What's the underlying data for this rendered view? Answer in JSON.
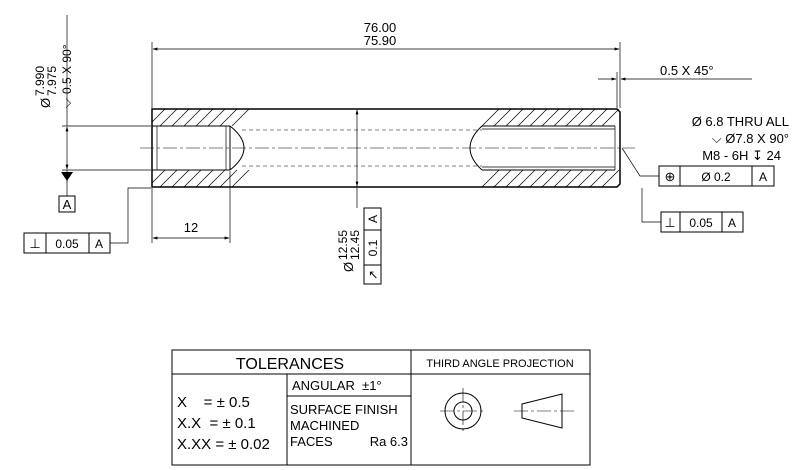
{
  "dimensions": {
    "overall_length_upper": "76.00",
    "overall_length_lower": "75.90",
    "right_chamfer": "0.5 X 45°",
    "left_bore_diameter_upper": "7.990",
    "left_bore_diameter_lower": "7.975",
    "left_countersink": "0.5 X 90°",
    "left_bore_depth": "12",
    "outer_diameter_upper": "12.55",
    "outer_diameter_lower": "12.45",
    "diameter_symbol": "Ø",
    "countersink_symbol": "⌵"
  },
  "datum": {
    "label": "A"
  },
  "callouts": {
    "thru_hole": "Ø 6.8 THRU ALL",
    "countersink": "⌵ Ø7.8 X 90°",
    "thread": "M8 - 6H ↧ 24"
  },
  "frames": {
    "left_perp": {
      "symbol": "⊥",
      "value": "0.05",
      "datum": "A"
    },
    "right_perp": {
      "symbol": "⊥",
      "value": "0.05",
      "datum": "A"
    },
    "position": {
      "symbol": "⊕",
      "value": "Ø 0.2",
      "datum": "A"
    },
    "runout": {
      "symbol": "↗",
      "value": "0.1",
      "datum": "A"
    }
  },
  "title_block": {
    "tolerances_header": "TOLERANCES",
    "projection_header": "THIRD ANGLE PROJECTION",
    "linear": [
      "X    = ± 0.5",
      "X.X  = ± 0.1",
      "X.XX = ± 0.02"
    ],
    "angular": "ANGULAR  ±1°",
    "finish_lines": [
      "SURFACE FINISH",
      "MACHINED",
      "FACES"
    ],
    "finish_value": "Ra 6.3"
  }
}
